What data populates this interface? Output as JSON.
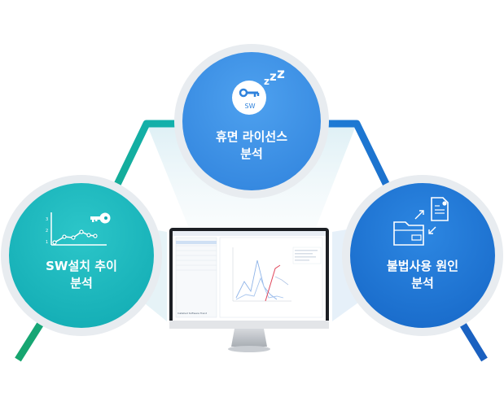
{
  "colors": {
    "teal": "#12b2b8",
    "blue_mid": "#3a8de3",
    "blue_dark": "#1464c4",
    "green": "#16a56e",
    "halo": "#e8ecf0",
    "white": "#ffffff"
  },
  "nodes": {
    "dormant": {
      "line1": "휴면 라이선스",
      "line2": "분석",
      "badge": "SW",
      "icon": "sleeping-key-icon"
    },
    "trend": {
      "line1": "SW설치 추이",
      "line2": "분석",
      "icon": "trend-chart-key-icon"
    },
    "illegal": {
      "line1": "불법사용 원인",
      "line2": "분석",
      "icon": "folder-document-exchange-icon"
    }
  },
  "monitor": {
    "icon": "monitor-icon",
    "screen_caption": "Installed Software Trend"
  }
}
